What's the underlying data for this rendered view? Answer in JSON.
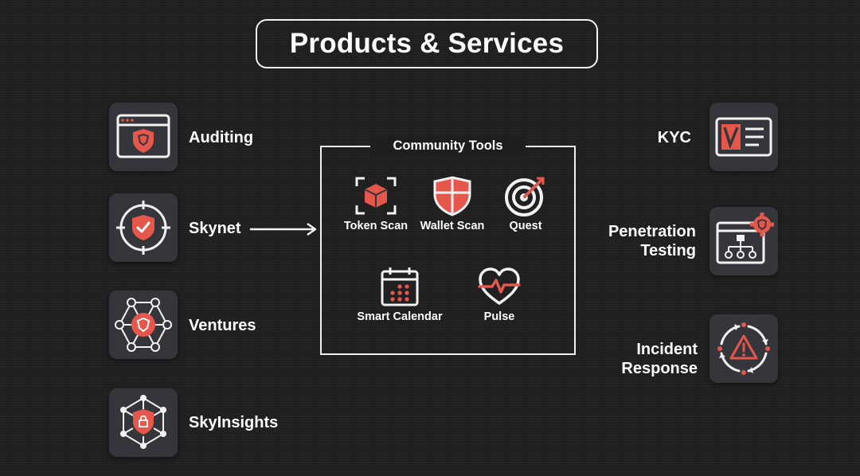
{
  "title": "Products & Services",
  "left_services": [
    {
      "label": "Auditing",
      "icon": "browser-shield-icon"
    },
    {
      "label": "Skynet",
      "icon": "crosshair-shield-icon"
    },
    {
      "label": "Ventures",
      "icon": "network-hex-icon"
    },
    {
      "label": "SkyInsights",
      "icon": "hex-lock-shield-icon"
    }
  ],
  "right_services": [
    {
      "label": "KYC",
      "icon": "id-card-v-icon"
    },
    {
      "label_line1": "Penetration",
      "label_line2": "Testing",
      "icon": "window-gear-hierarchy-icon"
    },
    {
      "label_line1": "Incident",
      "label_line2": "Response",
      "icon": "cycle-warning-icon"
    }
  ],
  "community_tools": {
    "title": "Community Tools",
    "items": [
      {
        "label": "Token Scan",
        "icon": "cube-scan-icon"
      },
      {
        "label": "Wallet Scan",
        "icon": "cross-shield-icon"
      },
      {
        "label": "Quest",
        "icon": "target-icon"
      },
      {
        "label": "Smart Calendar",
        "icon": "calendar-icon"
      },
      {
        "label": "Pulse",
        "icon": "heart-pulse-icon"
      }
    ]
  },
  "colors": {
    "background": "#1e1e1e",
    "tile": "#35363b",
    "accent": "#e4574a",
    "text": "#ffffff"
  }
}
